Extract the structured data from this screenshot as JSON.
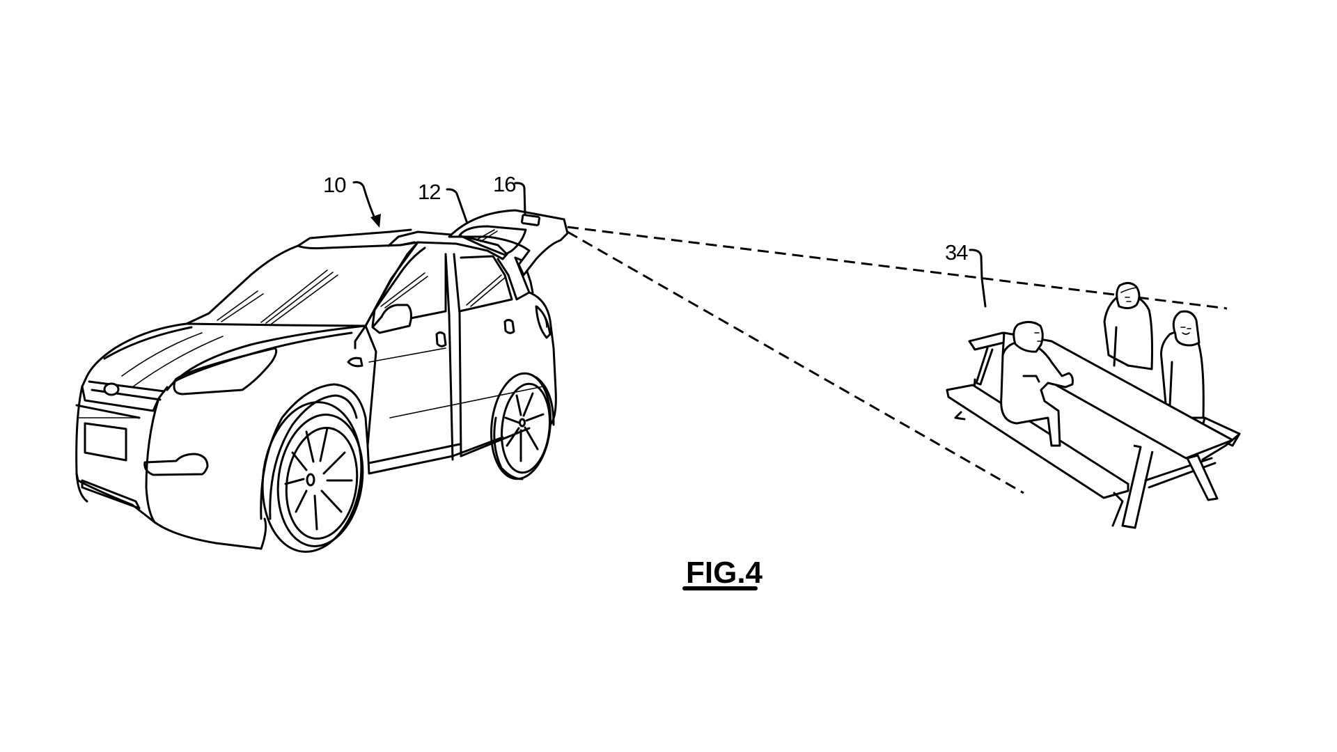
{
  "figure": {
    "caption": "FIG.4",
    "reference_numerals": {
      "vehicle": "10",
      "liftgate": "12",
      "projector": "16",
      "projection_area": "34"
    }
  },
  "colors": {
    "ink": "#000000",
    "background": "#ffffff"
  }
}
